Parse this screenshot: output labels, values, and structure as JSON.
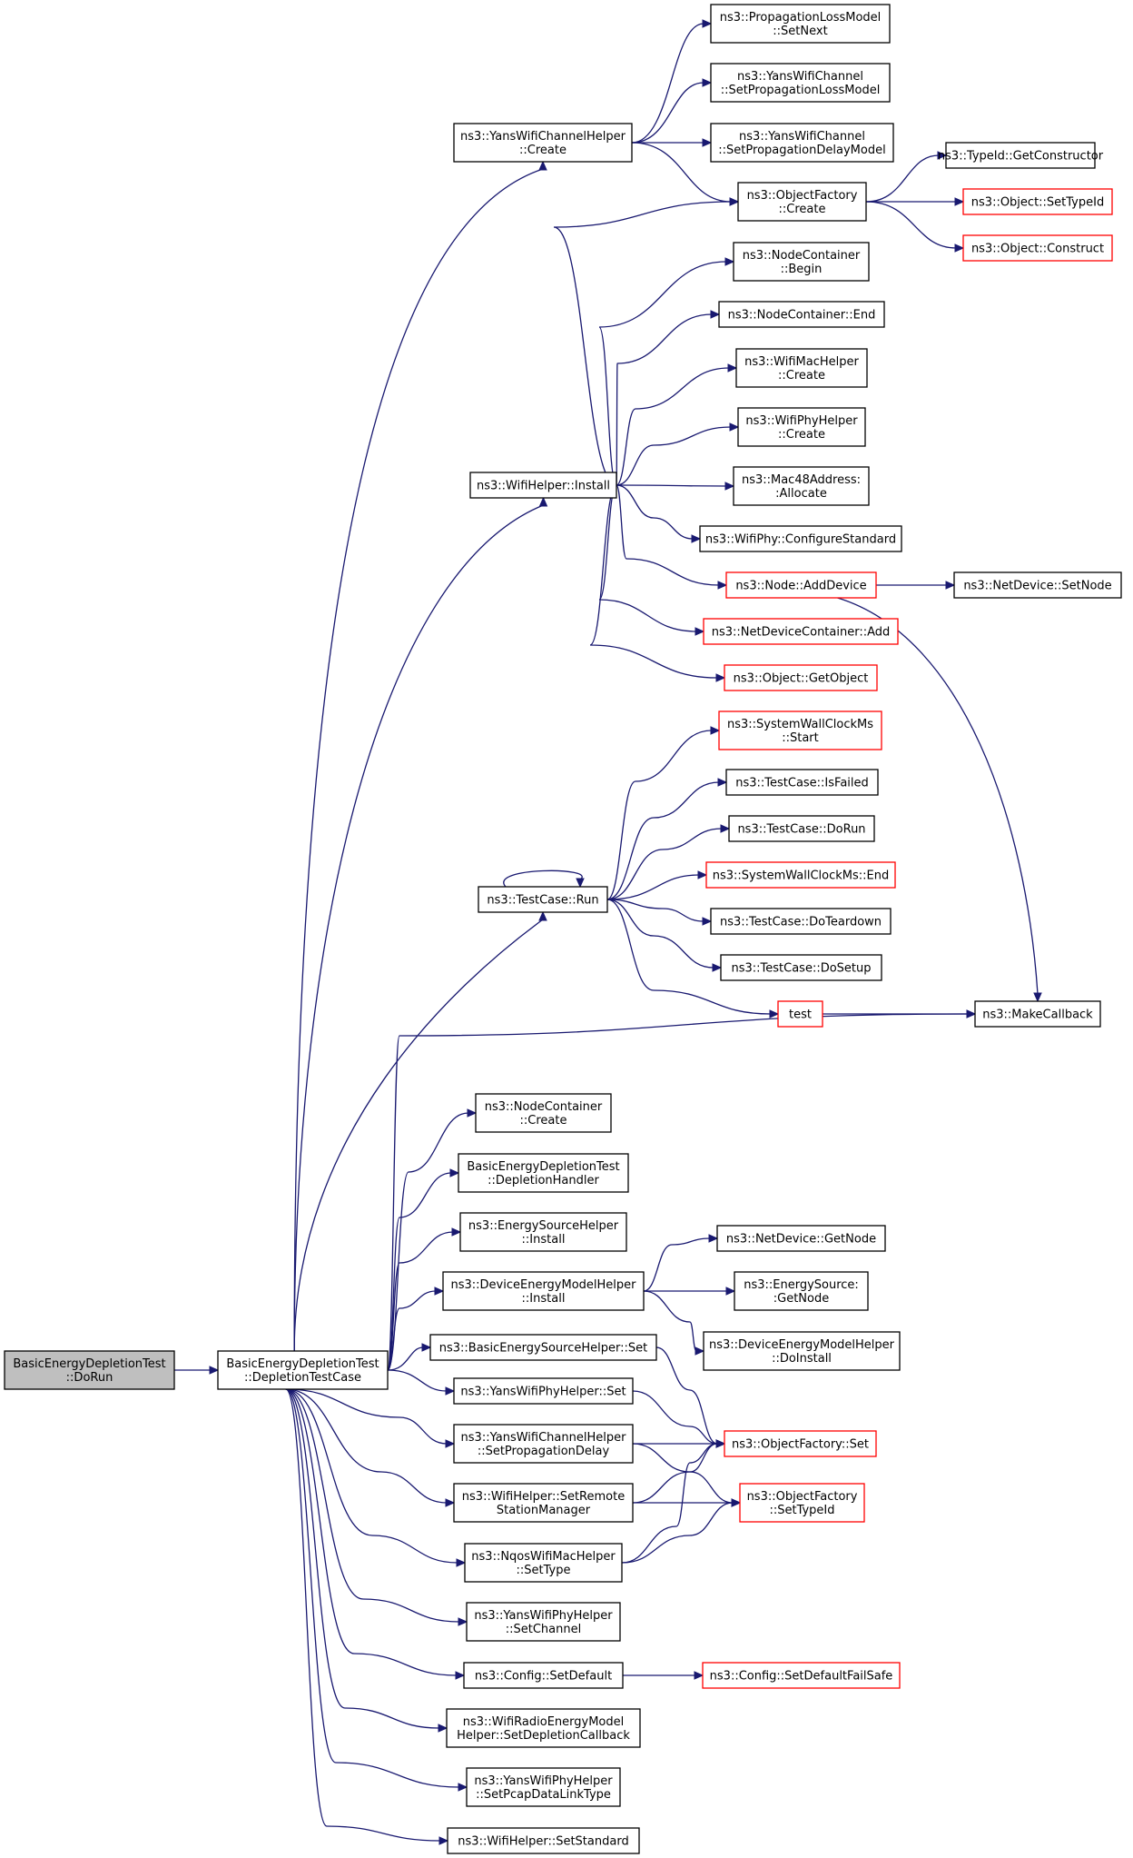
{
  "nodes": [
    {
      "id": "root",
      "lines": [
        "BasicEnergyDepletionTest",
        "::DoRun"
      ]
    },
    {
      "id": "depletion-test-case",
      "lines": [
        "BasicEnergyDepletionTest",
        "::DepletionTestCase"
      ]
    },
    {
      "id": "yans-channel-create",
      "lines": [
        "ns3::YansWifiChannelHelper",
        "::Create"
      ]
    },
    {
      "id": "prop-loss-setnext",
      "lines": [
        "ns3::PropagationLossModel",
        "::SetNext"
      ]
    },
    {
      "id": "set-prop-loss-model",
      "lines": [
        "ns3::YansWifiChannel",
        "::SetPropagationLossModel"
      ]
    },
    {
      "id": "set-prop-delay-model",
      "lines": [
        "ns3::YansWifiChannel",
        "::SetPropagationDelayModel"
      ]
    },
    {
      "id": "objfactory-create",
      "lines": [
        "ns3::ObjectFactory",
        "::Create"
      ]
    },
    {
      "id": "typeid-getconstructor",
      "lines": [
        "ns3::TypeId::GetConstructor"
      ]
    },
    {
      "id": "object-settypeid",
      "lines": [
        "ns3::Object::SetTypeId"
      ]
    },
    {
      "id": "object-construct",
      "lines": [
        "ns3::Object::Construct"
      ]
    },
    {
      "id": "nodecontainer-begin",
      "lines": [
        "ns3::NodeContainer",
        "::Begin"
      ]
    },
    {
      "id": "nodecontainer-end",
      "lines": [
        "ns3::NodeContainer::End"
      ]
    },
    {
      "id": "wifimac-create",
      "lines": [
        "ns3::WifiMacHelper",
        "::Create"
      ]
    },
    {
      "id": "wifiphy-create",
      "lines": [
        "ns3::WifiPhyHelper",
        "::Create"
      ]
    },
    {
      "id": "wifihelper-install",
      "lines": [
        "ns3::WifiHelper::Install"
      ]
    },
    {
      "id": "mac48-allocate",
      "lines": [
        "ns3::Mac48Address:",
        ":Allocate"
      ]
    },
    {
      "id": "configure-standard",
      "lines": [
        "ns3::WifiPhy::ConfigureStandard"
      ]
    },
    {
      "id": "node-adddevice",
      "lines": [
        "ns3::Node::AddDevice"
      ]
    },
    {
      "id": "netdevice-setnode",
      "lines": [
        "ns3::NetDevice::SetNode"
      ]
    },
    {
      "id": "netdevcontainer-add",
      "lines": [
        "ns3::NetDeviceContainer::Add"
      ]
    },
    {
      "id": "object-getobject",
      "lines": [
        "ns3::Object::GetObject"
      ]
    },
    {
      "id": "clock-start",
      "lines": [
        "ns3::SystemWallClockMs",
        "::Start"
      ]
    },
    {
      "id": "testcase-isfailed",
      "lines": [
        "ns3::TestCase::IsFailed"
      ]
    },
    {
      "id": "testcase-dorun",
      "lines": [
        "ns3::TestCase::DoRun"
      ]
    },
    {
      "id": "testcase-run",
      "lines": [
        "ns3::TestCase::Run"
      ]
    },
    {
      "id": "clock-end",
      "lines": [
        "ns3::SystemWallClockMs::End"
      ]
    },
    {
      "id": "testcase-doteardown",
      "lines": [
        "ns3::TestCase::DoTeardown"
      ]
    },
    {
      "id": "testcase-dosetup",
      "lines": [
        "ns3::TestCase::DoSetup"
      ]
    },
    {
      "id": "test",
      "lines": [
        "test"
      ]
    },
    {
      "id": "make-callback",
      "lines": [
        "ns3::MakeCallback"
      ]
    },
    {
      "id": "nodecontainer-create",
      "lines": [
        "ns3::NodeContainer",
        "::Create"
      ]
    },
    {
      "id": "depletion-handler",
      "lines": [
        "BasicEnergyDepletionTest",
        "::DepletionHandler"
      ]
    },
    {
      "id": "energysource-install",
      "lines": [
        "ns3::EnergySourceHelper",
        "::Install"
      ]
    },
    {
      "id": "devenergy-install",
      "lines": [
        "ns3::DeviceEnergyModelHelper",
        "::Install"
      ]
    },
    {
      "id": "netdevice-getnode",
      "lines": [
        "ns3::NetDevice::GetNode"
      ]
    },
    {
      "id": "energysource-getnode",
      "lines": [
        "ns3::EnergySource:",
        ":GetNode"
      ]
    },
    {
      "id": "devenergy-doinstall",
      "lines": [
        "ns3::DeviceEnergyModelHelper",
        "::DoInstall"
      ]
    },
    {
      "id": "basicsource-set",
      "lines": [
        "ns3::BasicEnergySourceHelper::Set"
      ]
    },
    {
      "id": "yansphy-set",
      "lines": [
        "ns3::YansWifiPhyHelper::Set"
      ]
    },
    {
      "id": "yanschannel-setpropdelay",
      "lines": [
        "ns3::YansWifiChannelHelper",
        "::SetPropagationDelay"
      ]
    },
    {
      "id": "objfactory-set",
      "lines": [
        "ns3::ObjectFactory::Set"
      ]
    },
    {
      "id": "wifihelper-setremote",
      "lines": [
        "ns3::WifiHelper::SetRemote",
        "StationManager"
      ]
    },
    {
      "id": "objfactory-settypeid",
      "lines": [
        "ns3::ObjectFactory",
        "::SetTypeId"
      ]
    },
    {
      "id": "nqos-settype",
      "lines": [
        "ns3::NqosWifiMacHelper",
        "::SetType"
      ]
    },
    {
      "id": "yansphy-setchannel",
      "lines": [
        "ns3::YansWifiPhyHelper",
        "::SetChannel"
      ]
    },
    {
      "id": "config-setdefault",
      "lines": [
        "ns3::Config::SetDefault"
      ]
    },
    {
      "id": "config-setdefaultfailsafe",
      "lines": [
        "ns3::Config::SetDefaultFailSafe"
      ]
    },
    {
      "id": "radio-setdepletioncb",
      "lines": [
        "ns3::WifiRadioEnergyModel",
        "Helper::SetDepletionCallback"
      ]
    },
    {
      "id": "yansphy-setpcap",
      "lines": [
        "ns3::YansWifiPhyHelper",
        "::SetPcapDataLinkType"
      ]
    },
    {
      "id": "wifihelper-setstandard",
      "lines": [
        "ns3::WifiHelper::SetStandard"
      ]
    }
  ]
}
